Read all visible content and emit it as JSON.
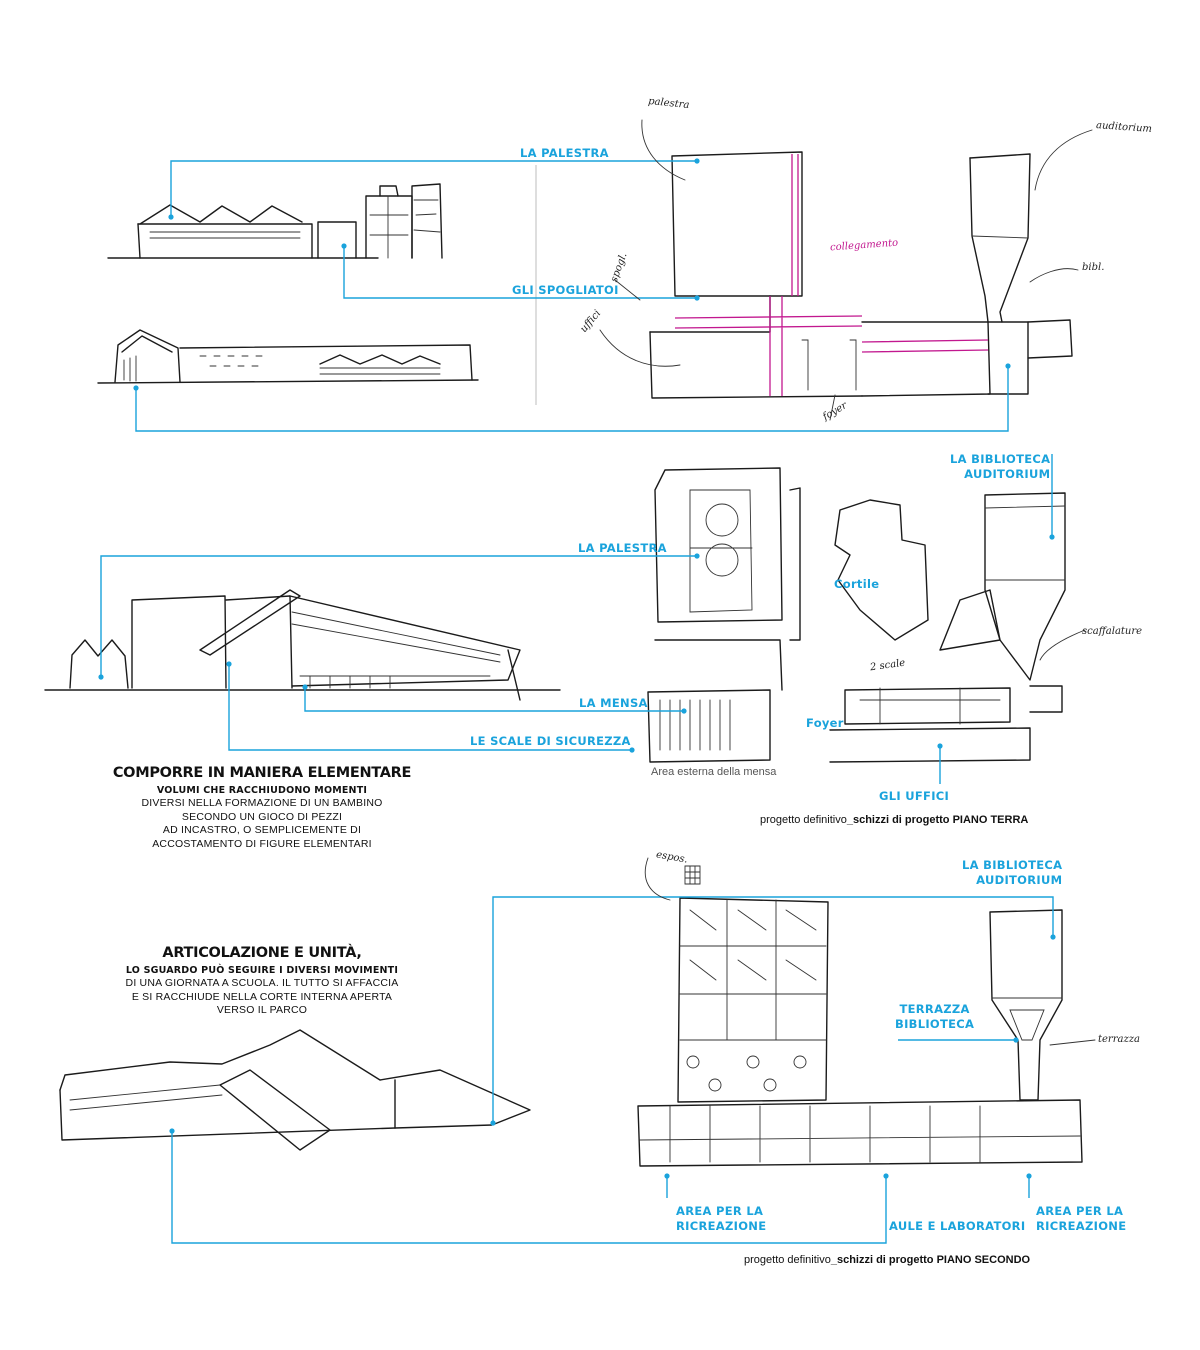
{
  "labels": {
    "la_palestra_1": "LA PALESTRA",
    "gli_spogliatoi": "GLI SPOGLIATOI",
    "la_biblioteca_auditorium_1": [
      "LA BIBLIOTECA",
      "AUDITORIUM"
    ],
    "la_palestra_2": "LA PALESTRA",
    "cortile": "Cortile",
    "la_mensa": "LA MENSA",
    "foyer": "Foyer",
    "le_scale": "LE SCALE DI SICUREZZA",
    "area_esterna": "Area esterna della mensa",
    "gli_uffici": "GLI UFFICI",
    "la_biblioteca_auditorium_2": [
      "LA BIBLIOTECA",
      "AUDITORIUM"
    ],
    "terrazza": [
      "TERRAZZA",
      "BIBLIOTECA"
    ],
    "area_ricreazione_1": [
      "AREA PER LA",
      "RICREAZIONE"
    ],
    "aule": "AULE E LABORATORI",
    "area_ricreazione_2": [
      "AREA PER LA",
      "RICREAZIONE"
    ]
  },
  "captions": {
    "piano_terra": {
      "normal": "progetto definitivo",
      "bold": "_schizzi di progetto PIANO TERRA"
    },
    "piano_secondo": {
      "normal": "progetto definitivo",
      "bold": "_schizzi di progetto PIANO SECONDO"
    }
  },
  "text_blocks": {
    "comporre": {
      "heading": "COMPORRE IN MANIERA ELEMENTARE",
      "subheading": "VOLUMI CHE RACCHIUDONO MOMENTI",
      "body": [
        "DIVERSI NELLA FORMAZIONE DI UN BAMBINO",
        "SECONDO UN GIOCO DI PEZZI",
        "AD INCASTRO, O SEMPLICEMENTE DI",
        "ACCOSTAMENTO DI FIGURE ELEMENTARI"
      ]
    },
    "articolazione": {
      "heading": "ARTICOLAZIONE E UNITÀ,",
      "subheading": "LO SGUARDO PUÒ SEGUIRE I DIVERSI MOVIMENTI",
      "body": [
        "DI UNA GIORNATA A SCUOLA. IL TUTTO SI AFFACCIA",
        "E SI RACCHIUDE NELLA CORTE INTERNA APERTA",
        "VERSO IL PARCO"
      ]
    }
  },
  "handwriting": {
    "palestra": "palestra",
    "spogliatoi": "spogl.",
    "uffici": "uffici",
    "auditorium": "auditorium",
    "biblioteca": "bibl.",
    "foyer": "foyer",
    "magenta_note": "collegamento",
    "scale": "2 scale",
    "scaffalature": "scaffalature",
    "terrazza": "terrazza",
    "espositori": "espos."
  },
  "colors": {
    "accent": "#1aa3dc",
    "sketch": "#1b1b1b",
    "magenta": "#c2188f"
  }
}
